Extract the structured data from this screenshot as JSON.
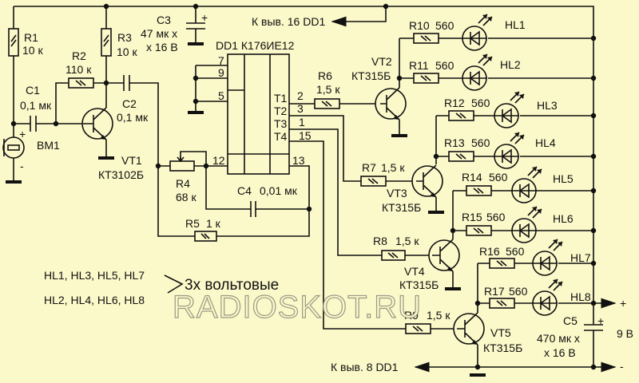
{
  "title": "LED light effect circuit on K176IE12",
  "colors": {
    "background": "#fbf8c9",
    "ink": "#111111",
    "watermark": "#9a9a86"
  },
  "components": {
    "R1": {
      "ref": "R1",
      "value": "10 к"
    },
    "R2": {
      "ref": "R2",
      "value": "110 к"
    },
    "R3": {
      "ref": "R3",
      "value": "10 к"
    },
    "R4": {
      "ref": "R4",
      "value": "68 к"
    },
    "R5": {
      "ref": "R5",
      "value": "1 к"
    },
    "R6": {
      "ref": "R6",
      "value": "1,5 к"
    },
    "R7": {
      "ref": "R7",
      "value": "1,5 к"
    },
    "R8": {
      "ref": "R8",
      "value": "1,5 к"
    },
    "R9": {
      "ref": "R9",
      "value": "1,5 к"
    },
    "R10": {
      "ref": "R10",
      "value": "560"
    },
    "R11": {
      "ref": "R11",
      "value": "560"
    },
    "R12": {
      "ref": "R12",
      "value": "560"
    },
    "R13": {
      "ref": "R13",
      "value": "560"
    },
    "R14": {
      "ref": "R14",
      "value": "560"
    },
    "R15": {
      "ref": "R15",
      "value": "560"
    },
    "R16": {
      "ref": "R16",
      "value": "560"
    },
    "R17": {
      "ref": "R17",
      "value": "560"
    },
    "C1": {
      "ref": "C1",
      "value": "0,1 мк"
    },
    "C2": {
      "ref": "C2",
      "value": "0,1 мк"
    },
    "C3": {
      "ref": "C3",
      "value1": "47 мк х",
      "value2": "х 16 В"
    },
    "C4": {
      "ref": "C4",
      "value": "0,01 мк"
    },
    "C5": {
      "ref": "C5",
      "value1": "470 мк х",
      "value2": "х 16 В"
    },
    "VT1": {
      "ref": "VT1",
      "type": "КТ3102Б"
    },
    "VT2": {
      "ref": "VT2",
      "type": "КТ315Б"
    },
    "VT3": {
      "ref": "VT3",
      "type": "КТ315Б"
    },
    "VT4": {
      "ref": "VT4",
      "type": "КТ315Б"
    },
    "VT5": {
      "ref": "VT5",
      "type": "КТ315Б"
    },
    "BM1": {
      "ref": "BM1",
      "plus": "+",
      "minus": "-"
    },
    "DD1": {
      "ref": "DD1 К176ИЕ12"
    },
    "HL": [
      "HL1",
      "HL2",
      "HL3",
      "HL4",
      "HL5",
      "HL6",
      "HL7",
      "HL8"
    ]
  },
  "pins": {
    "p7": "7",
    "p9": "9",
    "p5": "5",
    "p12": "12",
    "p13": "13",
    "p2": "2",
    "p3": "3",
    "p1": "1",
    "p15": "15",
    "T1": "T1",
    "T2": "T2",
    "T3": "T3",
    "T4": "T4"
  },
  "notes": {
    "to_pin16": "К выв. 16 DD1",
    "to_pin8": "К выв. 8 DD1",
    "group_a": "HL1, HL3, HL5, HL7",
    "group_b": "HL2, HL4, HL6, HL8",
    "volt_note": "3х вольтовые",
    "supply": "9 В",
    "plus": "+",
    "minus": "-",
    "watermark": "RADIOSKOT.RU"
  }
}
